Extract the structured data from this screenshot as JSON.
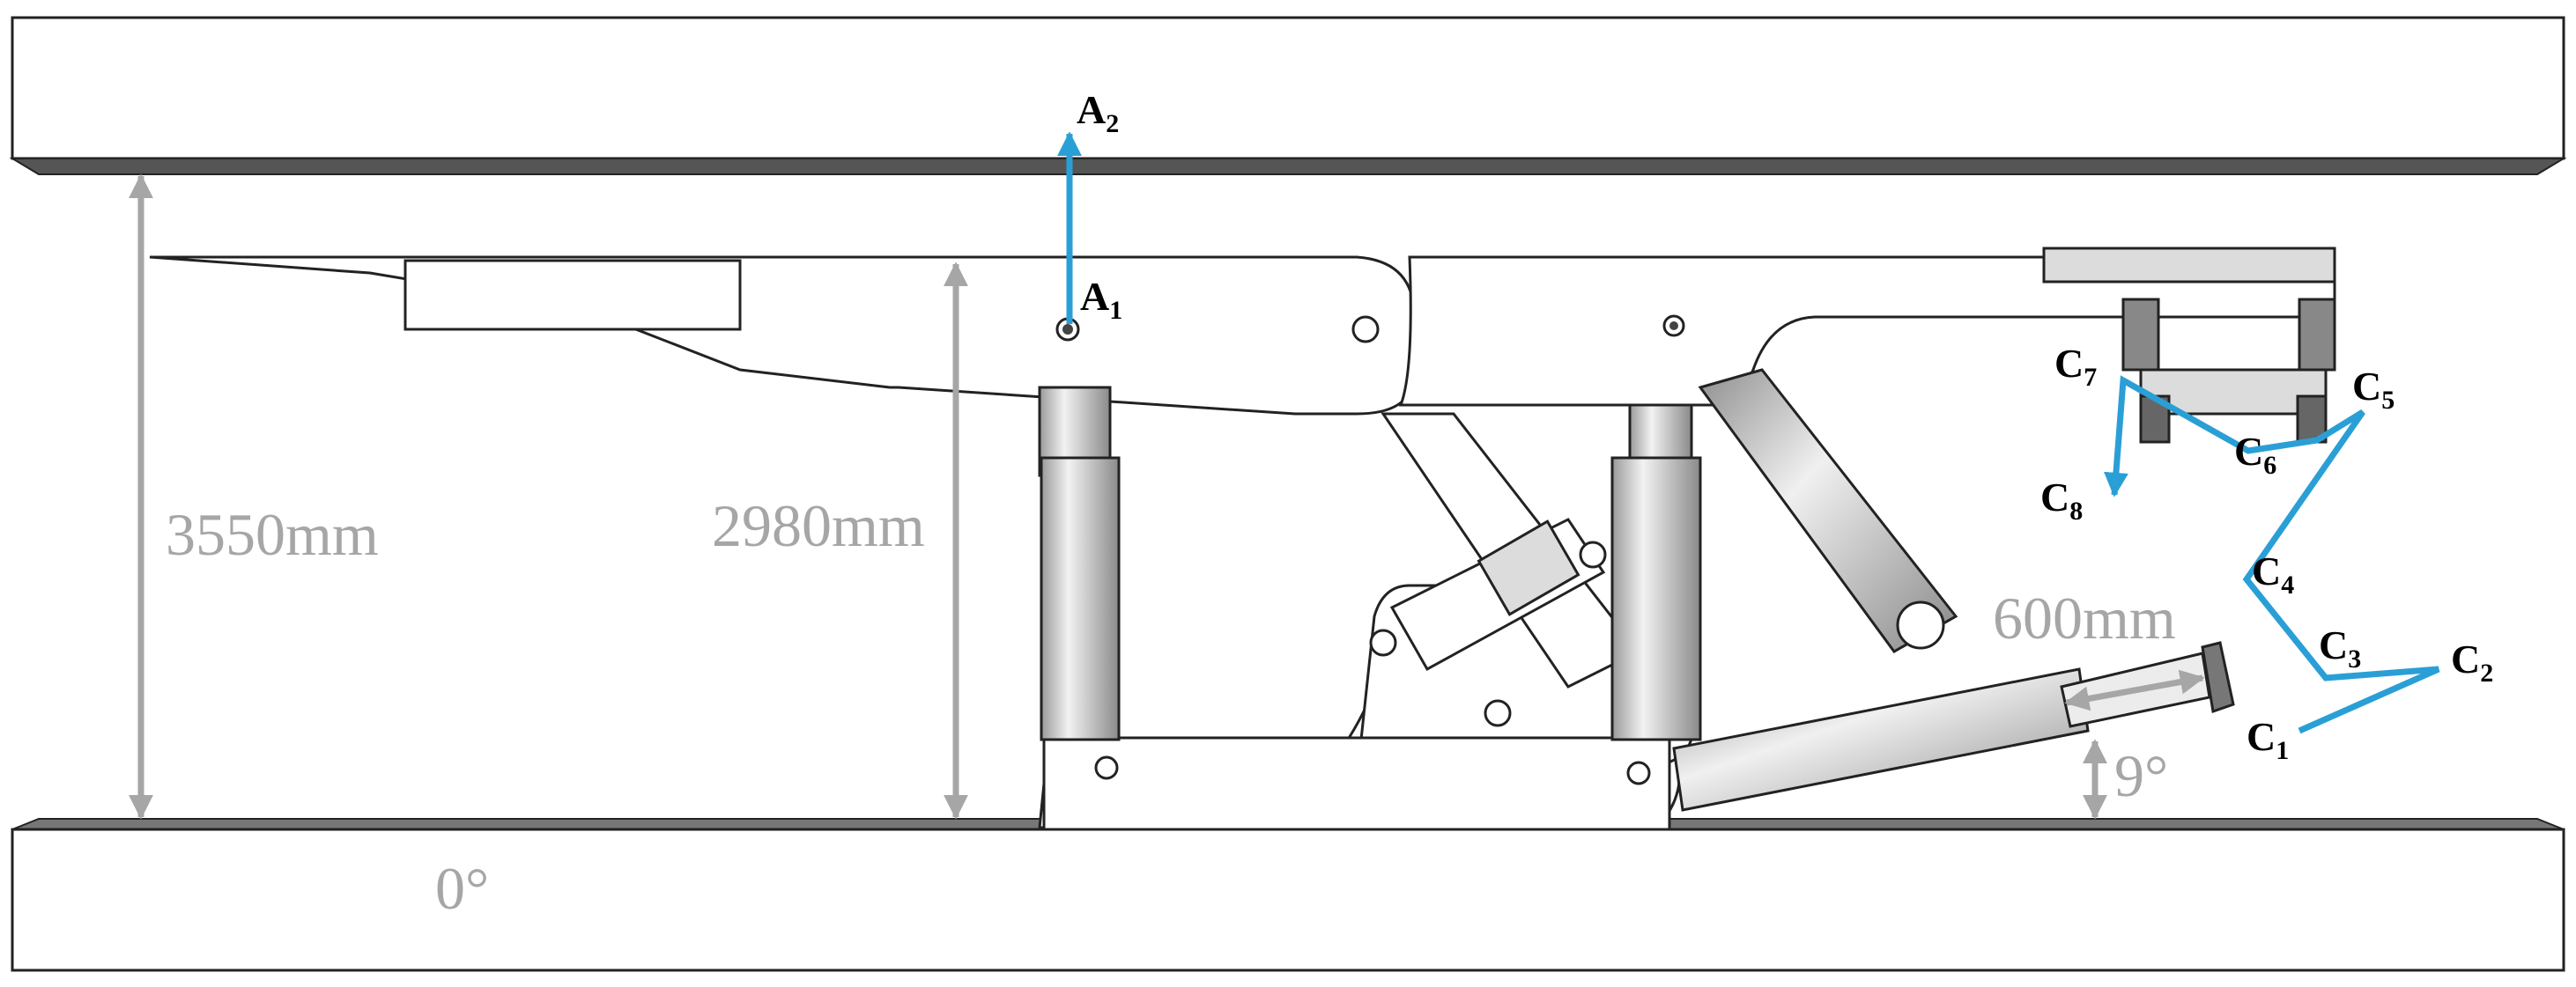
{
  "colors": {
    "dimension": "#a6a6a6",
    "trajectory": "#2a9fd6",
    "outline": "#222222"
  },
  "dimensions": {
    "roof_height": "3550mm",
    "canopy_height": "2980mm",
    "stroke": "600mm",
    "angle_floor": "0°",
    "angle_pusher": "9°"
  },
  "points": {
    "A1": {
      "letter": "A",
      "index": "1"
    },
    "A2": {
      "letter": "A",
      "index": "2"
    },
    "C1": {
      "letter": "C",
      "index": "1"
    },
    "C2": {
      "letter": "C",
      "index": "2"
    },
    "C3": {
      "letter": "C",
      "index": "3"
    },
    "C4": {
      "letter": "C",
      "index": "4"
    },
    "C5": {
      "letter": "C",
      "index": "5"
    },
    "C6": {
      "letter": "C",
      "index": "6"
    },
    "C7": {
      "letter": "C",
      "index": "7"
    },
    "C8": {
      "letter": "C",
      "index": "8"
    }
  }
}
